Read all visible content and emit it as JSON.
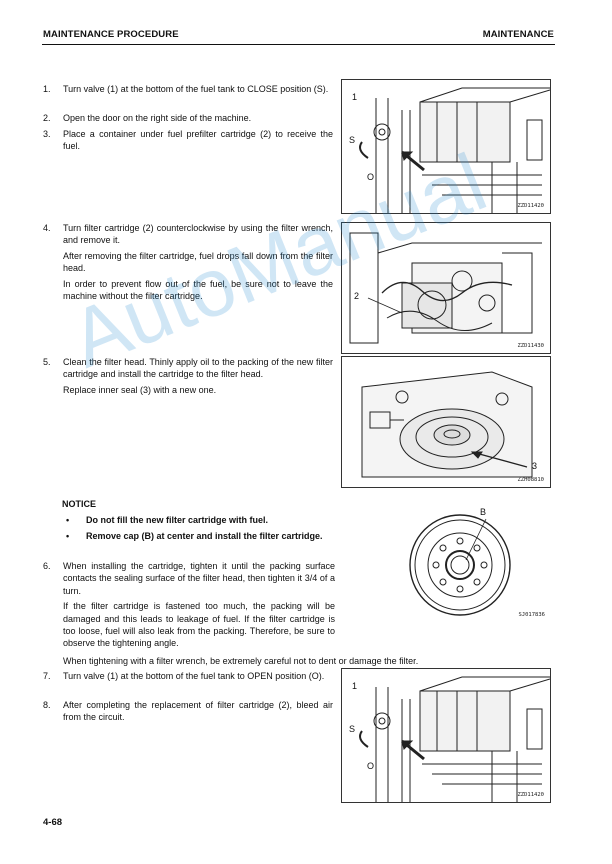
{
  "header": {
    "left": "MAINTENANCE PROCEDURE",
    "right": "MAINTENANCE"
  },
  "steps_a": [
    {
      "num": "1.",
      "text": "Turn valve (1) at the bottom of the fuel tank to CLOSE position (S)."
    },
    {
      "num": "2.",
      "text": "Open the door on the right side of the machine."
    },
    {
      "num": "3.",
      "text": "Place a container under fuel prefilter cartridge (2) to receive the fuel."
    }
  ],
  "step4": {
    "num": "4.",
    "p1": "Turn filter cartridge (2) counterclockwise by using the filter wrench, and remove it.",
    "p2": "After removing the filter cartridge, fuel drops fall down from the filter head.",
    "p3": "In order to prevent flow out of the fuel, be sure not to leave the machine without the filter cartridge."
  },
  "step5": {
    "num": "5.",
    "p1": "Clean the filter head. Thinly apply oil to the packing of the new filter cartridge and install the cartridge to the filter head.",
    "p2": "Replace inner seal (3) with a new one."
  },
  "notice": {
    "title": "NOTICE",
    "bullets": [
      "Do not fill the new filter cartridge with fuel.",
      "Remove cap (B) at center and install the filter cartridge."
    ]
  },
  "step6": {
    "num": "6.",
    "p1": "When installing the cartridge, tighten it until the packing surface contacts the sealing surface of the filter head, then tighten it 3/4 of a turn.",
    "p2": "If the filter cartridge is fastened too much, the packing will be damaged and this leads to leakage of fuel. If the filter cartridge is too loose, fuel will also leak from the packing. Therefore, be sure to observe the tightening angle.",
    "p3": "When tightening with a filter wrench, be extremely careful not to dent or damage the filter."
  },
  "steps_b": [
    {
      "num": "7.",
      "text": "Turn valve (1) at the bottom of the fuel tank to OPEN position (O)."
    },
    {
      "num": "8.",
      "text": "After completing the replacement of filter cartridge (2), bleed air from the circuit."
    }
  ],
  "figures": {
    "fig1": {
      "code": "ZZD11420",
      "label_1": "1",
      "label_s": "S",
      "label_o": "O"
    },
    "fig2": {
      "code": "ZZD11430",
      "label_2": "2"
    },
    "fig3": {
      "code": "ZZH08810",
      "label_3": "3"
    },
    "fig4": {
      "code": "SJ017836",
      "label_b": "B"
    },
    "fig5": {
      "code": "ZZD11420",
      "label_1": "1",
      "label_s": "S",
      "label_o": "O"
    }
  },
  "watermark": "AutoManual",
  "page_number": "4-68"
}
